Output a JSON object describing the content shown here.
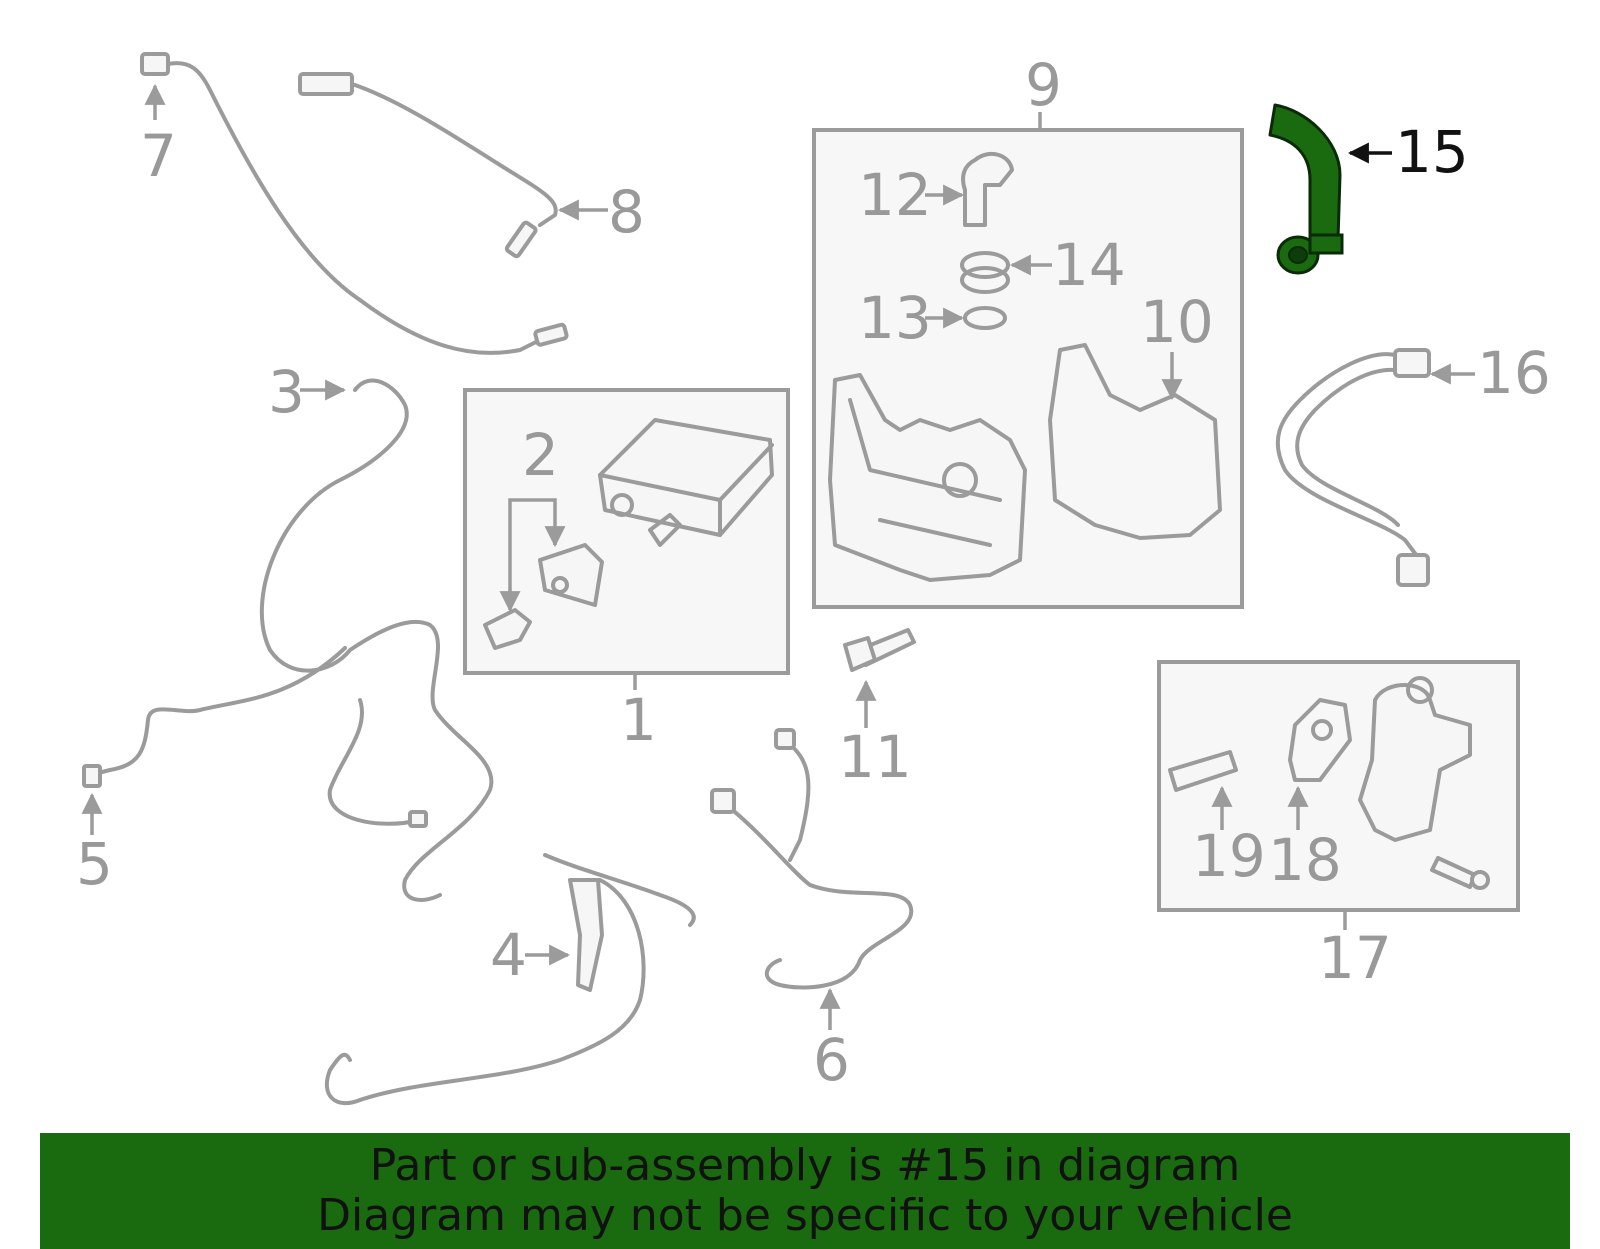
{
  "diagram": {
    "callouts": {
      "c1": "1",
      "c2": "2",
      "c3": "3",
      "c4": "4",
      "c5": "5",
      "c6": "6",
      "c7": "7",
      "c8": "8",
      "c9": "9",
      "c10": "10",
      "c11": "11",
      "c12": "12",
      "c13": "13",
      "c14": "14",
      "c15": "15",
      "c16": "16",
      "c17": "17",
      "c18": "18",
      "c19": "19"
    },
    "highlighted_part": "15",
    "colors": {
      "highlight": "#1a6b10",
      "line": "#9b9b9b",
      "banner": "#1a6b10"
    }
  },
  "banner": {
    "line1": "Part or sub-assembly is #15 in diagram",
    "line2": "Diagram may not be specific to your vehicle"
  }
}
